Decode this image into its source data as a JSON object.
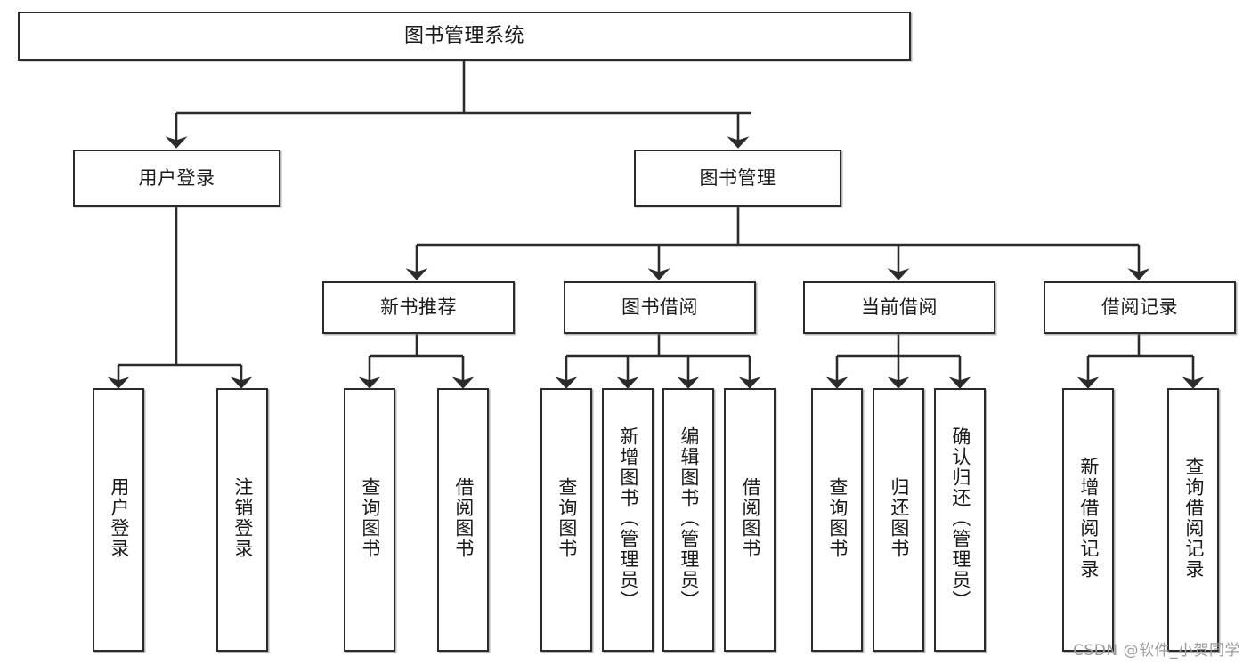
{
  "diagram": {
    "type": "tree-hierarchy",
    "title": "图书管理系统",
    "watermark": "CSDN @软件_小贺同学",
    "colors": {
      "stroke": "#2b2b2b",
      "box_fill": "#ffffff",
      "text": "#1a1a1a",
      "shadow": "#787878",
      "watermark": "#9a9a9a",
      "background": "#ffffff"
    },
    "levels": [
      {
        "level": 1,
        "node_ids": [
          "root"
        ]
      },
      {
        "level": 2,
        "node_ids": [
          "user-login",
          "book-manage"
        ]
      },
      {
        "level": 3,
        "node_ids": [
          "new-book-rec",
          "book-borrow",
          "current-borrow",
          "borrow-record"
        ]
      },
      {
        "level": 4,
        "node_ids": [
          "leaf-user-login",
          "leaf-logout",
          "leaf-query-book-1",
          "leaf-borrow-book-1",
          "leaf-query-book-2",
          "leaf-add-book",
          "leaf-edit-book",
          "leaf-borrow-book-2",
          "leaf-query-book-3",
          "leaf-return-book",
          "leaf-confirm-return",
          "leaf-add-record",
          "leaf-query-record"
        ]
      }
    ],
    "nodes": {
      "root": {
        "label": "图书管理系统",
        "level": 1
      },
      "user-login": {
        "label": "用户登录",
        "level": 2,
        "parent": "root"
      },
      "book-manage": {
        "label": "图书管理",
        "level": 2,
        "parent": "root"
      },
      "new-book-rec": {
        "label": "新书推荐",
        "level": 3,
        "parent": "book-manage"
      },
      "book-borrow": {
        "label": "图书借阅",
        "level": 3,
        "parent": "book-manage"
      },
      "current-borrow": {
        "label": "当前借阅",
        "level": 3,
        "parent": "book-manage"
      },
      "borrow-record": {
        "label": "借阅记录",
        "level": 3,
        "parent": "book-manage"
      },
      "leaf-user-login": {
        "label": "用户登录",
        "level": 4,
        "parent": "user-login"
      },
      "leaf-logout": {
        "label": "注销登录",
        "level": 4,
        "parent": "user-login"
      },
      "leaf-query-book-1": {
        "label": "查询图书",
        "level": 4,
        "parent": "new-book-rec"
      },
      "leaf-borrow-book-1": {
        "label": "借阅图书",
        "level": 4,
        "parent": "new-book-rec"
      },
      "leaf-query-book-2": {
        "label": "查询图书",
        "level": 4,
        "parent": "book-borrow"
      },
      "leaf-add-book": {
        "label": "新增图书（管理员）",
        "level": 4,
        "parent": "book-borrow"
      },
      "leaf-edit-book": {
        "label": "编辑图书（管理员）",
        "level": 4,
        "parent": "book-borrow"
      },
      "leaf-borrow-book-2": {
        "label": "借阅图书",
        "level": 4,
        "parent": "book-borrow"
      },
      "leaf-query-book-3": {
        "label": "查询图书",
        "level": 4,
        "parent": "current-borrow"
      },
      "leaf-return-book": {
        "label": "归还图书",
        "level": 4,
        "parent": "current-borrow"
      },
      "leaf-confirm-return": {
        "label": "确认归还（管理员）",
        "level": 4,
        "parent": "current-borrow"
      },
      "leaf-add-record": {
        "label": "新增借阅记录",
        "level": 4,
        "parent": "borrow-record"
      },
      "leaf-query-record": {
        "label": "查询借阅记录",
        "level": 4,
        "parent": "borrow-record"
      }
    }
  }
}
